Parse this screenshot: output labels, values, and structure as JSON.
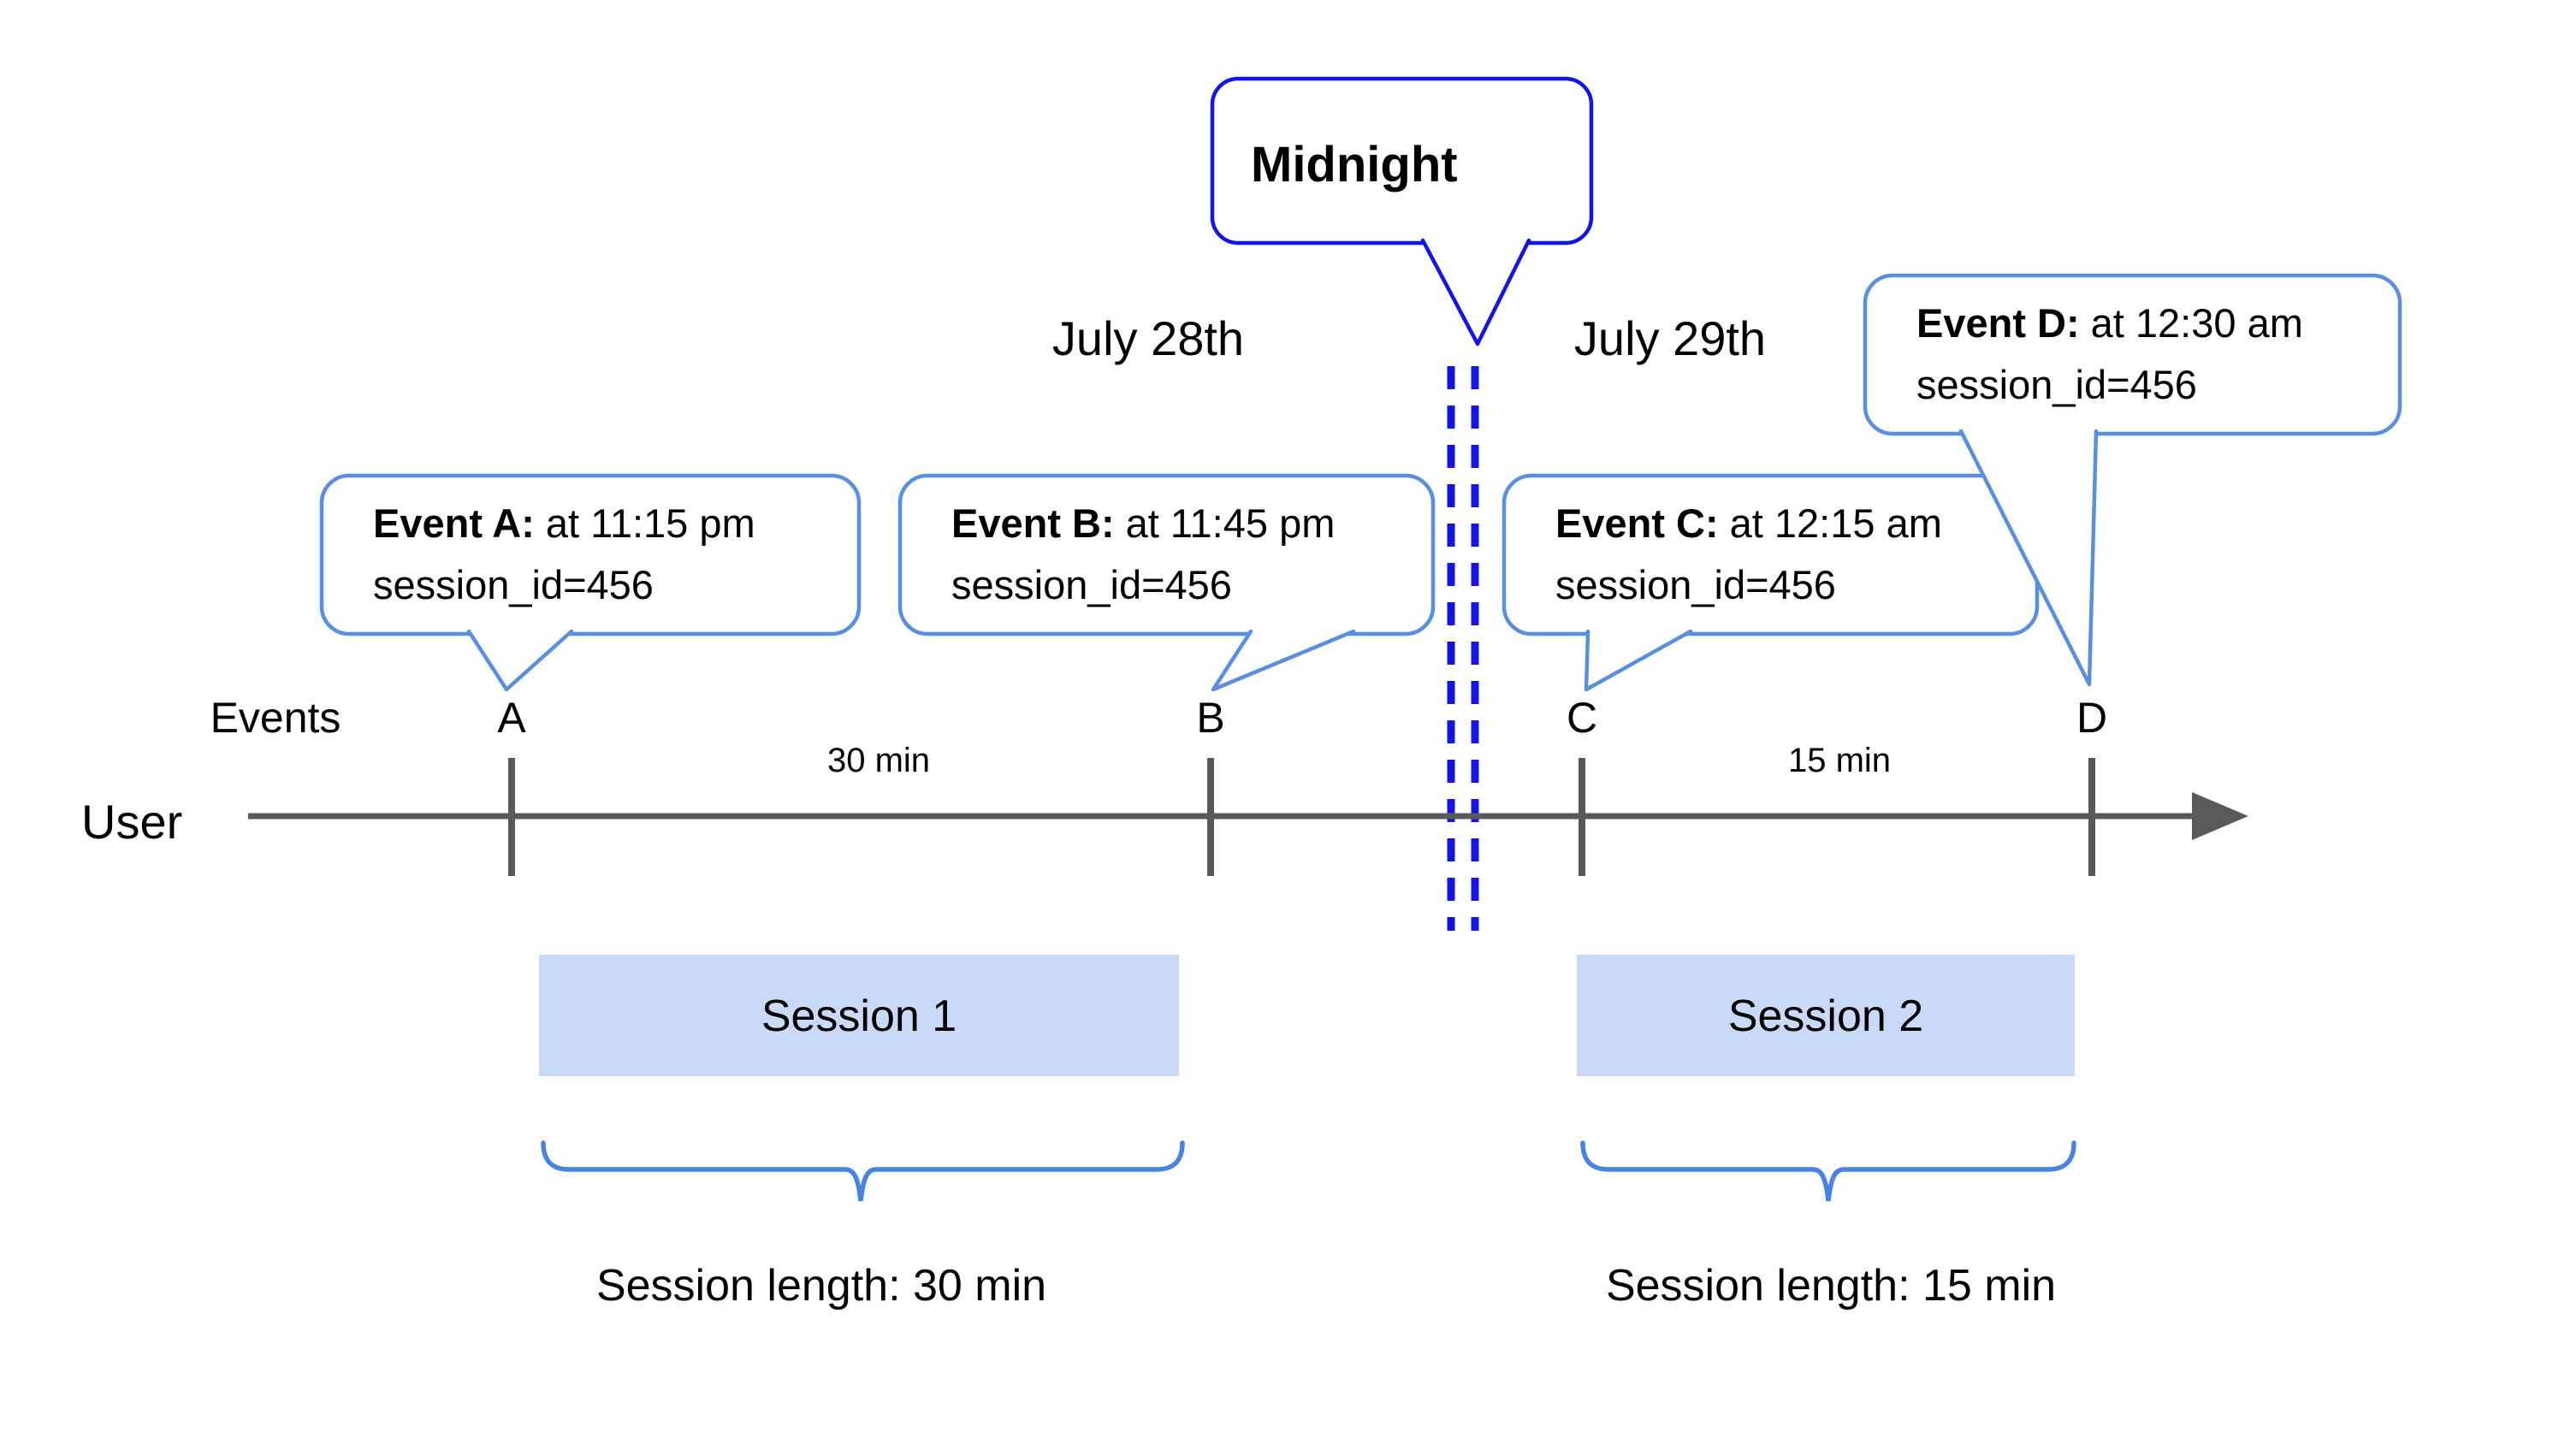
{
  "colors": {
    "accent_blue": "#1414e8",
    "bubble_border": "#5a8fe0",
    "brace_blue": "#4a82e2",
    "session_fill": "#c9daf8",
    "timeline_gray": "#595959",
    "label_black": "#000000"
  },
  "midnight": {
    "label": "Midnight"
  },
  "dates": {
    "before": "July 28th",
    "after": "July 29th"
  },
  "event_callouts": [
    {
      "name": "Event A:",
      "detail": "at 11:15 pm",
      "session": "session_id=456"
    },
    {
      "name": "Event B:",
      "detail": "at 11:45 pm",
      "session": "session_id=456"
    },
    {
      "name": "Event C:",
      "detail": "at 12:15 am",
      "session": "session_id=456"
    },
    {
      "name": "Event D:",
      "detail": "at 12:30 am",
      "session": "session_id=456"
    }
  ],
  "timeline": {
    "row_label": "Events",
    "axis_label": "User",
    "ticks": [
      "A",
      "B",
      "C",
      "D"
    ],
    "gap_ab": "30 min",
    "gap_cd": "15 min"
  },
  "sessions": [
    {
      "label": "Session 1",
      "length_label": "Session length: 30 min"
    },
    {
      "label": "Session 2",
      "length_label": "Session length: 15 min"
    }
  ]
}
